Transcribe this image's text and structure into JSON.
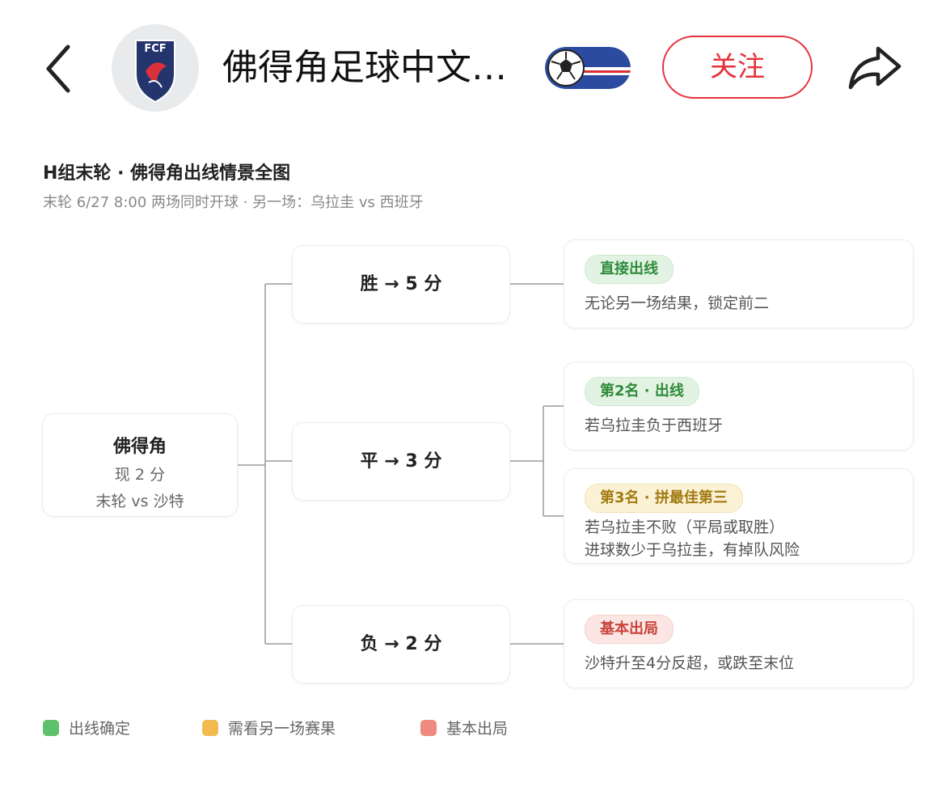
{
  "header": {
    "channel_name": "佛得角足球中文…",
    "avatar_text": "FCF",
    "follow_label": "关注",
    "colors": {
      "accent": "#e5333d"
    }
  },
  "diagram": {
    "title": "H组末轮 · 佛得角出线情景全图",
    "subtitle": "末轮 6/27 8:00 两场同时开球 · 另一场：乌拉圭 vs 西班牙",
    "root": {
      "title": "佛得角",
      "line1": "现 2 分",
      "line2": "末轮 vs 沙特"
    },
    "branches": [
      {
        "label": "胜 → 5 分"
      },
      {
        "label": "平 → 3 分"
      },
      {
        "label": "负 → 2 分"
      }
    ],
    "outcomes": [
      {
        "tag": "直接出线",
        "desc": "无论另一场结果，锁定前二",
        "status": "green"
      },
      {
        "tag": "第2名 · 出线",
        "desc": "若乌拉圭负于西班牙",
        "status": "green"
      },
      {
        "tag": "第3名 · 拼最佳第三",
        "desc_line1": "若乌拉圭不败（平局或取胜）",
        "desc_line2": "进球数少于乌拉圭，有掉队风险",
        "status": "yellow"
      },
      {
        "tag": "基本出局",
        "desc": "沙特升至4分反超，或跌至末位",
        "status": "red"
      }
    ]
  },
  "legend": [
    {
      "label": "出线确定",
      "color": "#5fc16b"
    },
    {
      "label": "需看另一场赛果",
      "color": "#f2bb4f"
    },
    {
      "label": "基本出局",
      "color": "#ee8a80"
    }
  ],
  "icons": {
    "back": "chevron-left-icon",
    "share": "share-arrow-icon",
    "flag": "soccer-ball-flag-icon"
  }
}
